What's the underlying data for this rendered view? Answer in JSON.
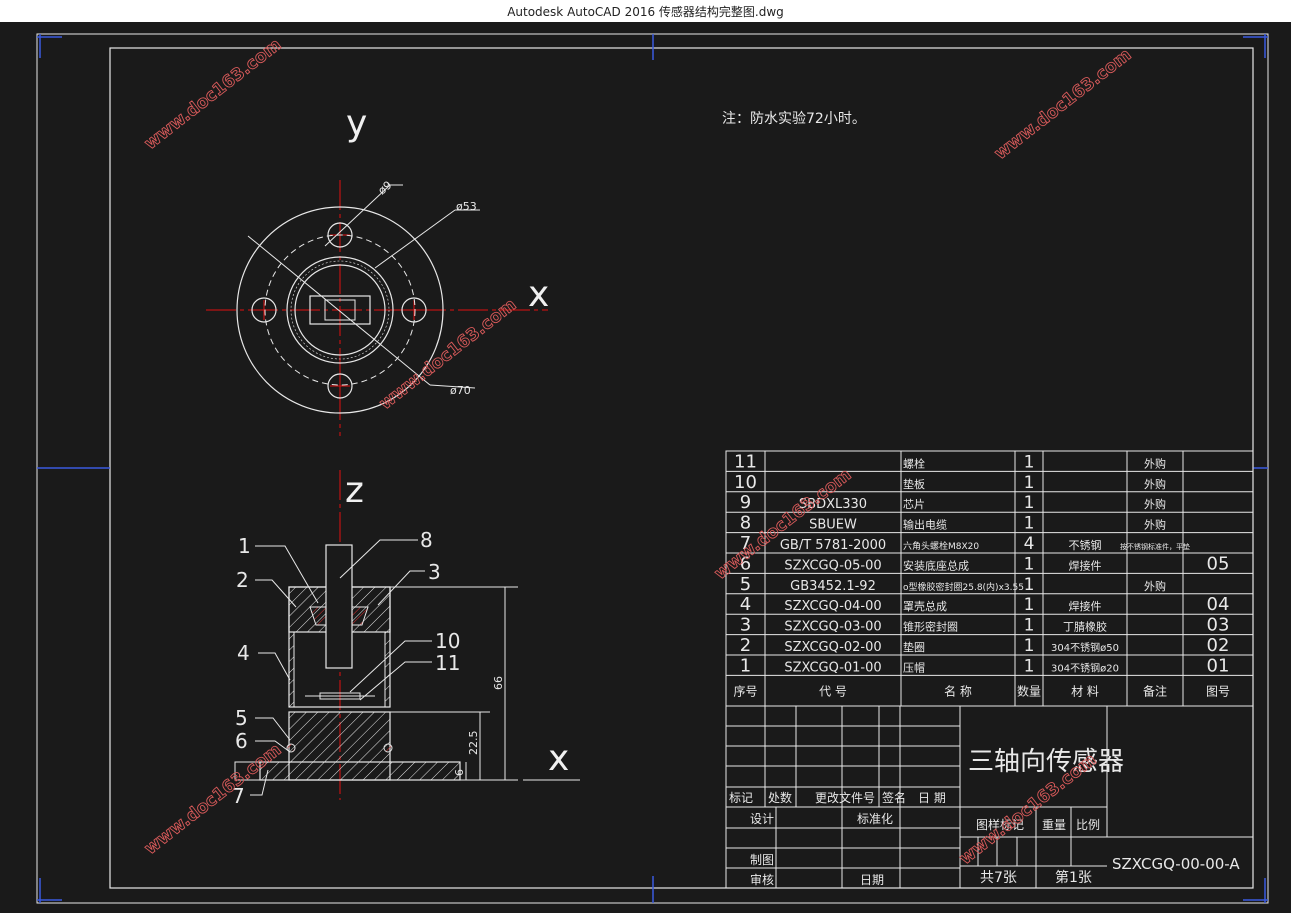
{
  "window": {
    "title": "Autodesk AutoCAD 2016    传感器结构完整图.dwg"
  },
  "drawing": {
    "note": "注：防水实验72小时。",
    "top_view": {
      "axis_y": "y",
      "axis_x": "x",
      "dim_hole": "ø9",
      "dim_inner": "ø53",
      "dim_outer": "ø70"
    },
    "section_view": {
      "axis_z": "z",
      "axis_x": "x",
      "labels": [
        "1",
        "2",
        "3",
        "4",
        "5",
        "6",
        "7",
        "8",
        "10",
        "11"
      ],
      "dim_height": "66",
      "dim_mid": "22.5",
      "dim_base": "6"
    },
    "watermark": "www.doc163.com"
  },
  "bom": {
    "rows": [
      {
        "no": "11",
        "code": "",
        "name": "螺栓",
        "qty": "1",
        "material": "",
        "remark": "外购",
        "fig": ""
      },
      {
        "no": "10",
        "code": "",
        "name": "垫板",
        "qty": "1",
        "material": "",
        "remark": "外购",
        "fig": ""
      },
      {
        "no": "9",
        "code": "SBDXL330",
        "name": "芯片",
        "qty": "1",
        "material": "",
        "remark": "外购",
        "fig": ""
      },
      {
        "no": "8",
        "code": "SBUEW",
        "name": "输出电缆",
        "qty": "1",
        "material": "",
        "remark": "外购",
        "fig": ""
      },
      {
        "no": "7",
        "code": "GB/T 5781-2000",
        "name": "六角头螺栓M8X20",
        "qty": "4",
        "material": "不锈钢",
        "remark": "按不锈钢标准件，平垫",
        "fig": ""
      },
      {
        "no": "6",
        "code": "SZXCGQ-05-00",
        "name": "安装底座总成",
        "qty": "1",
        "material": "焊接件",
        "remark": "",
        "fig": "05"
      },
      {
        "no": "5",
        "code": "GB3452.1-92",
        "name": "o型橡胶密封圈25.8(内)x3.55",
        "qty": "1",
        "material": "",
        "remark": "外购",
        "fig": ""
      },
      {
        "no": "4",
        "code": "SZXCGQ-04-00",
        "name": "罩壳总成",
        "qty": "1",
        "material": "焊接件",
        "remark": "",
        "fig": "04"
      },
      {
        "no": "3",
        "code": "SZXCGQ-03-00",
        "name": "锥形密封圈",
        "qty": "1",
        "material": "丁腈橡胶",
        "remark": "",
        "fig": "03"
      },
      {
        "no": "2",
        "code": "SZXCGQ-02-00",
        "name": "垫圈",
        "qty": "1",
        "material": "304不锈钢ø50",
        "remark": "",
        "fig": "02"
      },
      {
        "no": "1",
        "code": "SZXCGQ-01-00",
        "name": "压帽",
        "qty": "1",
        "material": "304不锈钢ø20",
        "remark": "",
        "fig": "01"
      }
    ],
    "headers": {
      "no": "序号",
      "code": "代    号",
      "name": "名      称",
      "qty": "数量",
      "material": "材  料",
      "remark": "备注",
      "fig": "图号"
    }
  },
  "titleblock": {
    "title": "三轴向传感器",
    "drawing_no": "SZXCGQ-00-00-A",
    "labels": {
      "mark": "标记",
      "count": "处数",
      "doc": "更改文件号",
      "sign": "签名",
      "date": "日  期",
      "design": "设计",
      "standard": "标准化",
      "stage": "图样标记",
      "weight": "重量",
      "scale": "比例",
      "draw": "制图",
      "check": "审核",
      "date2": "日期",
      "total": "共7张",
      "sheet": "第1张"
    }
  }
}
